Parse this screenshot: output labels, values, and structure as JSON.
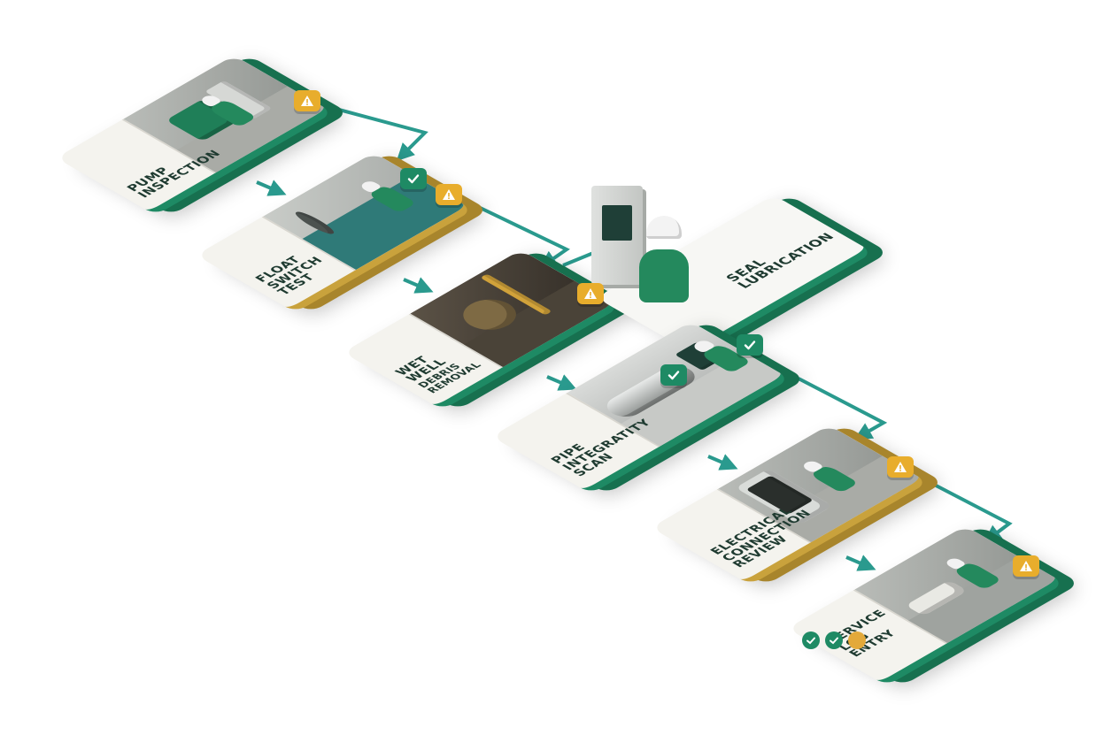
{
  "steps": [
    {
      "id": "pump",
      "lines": [
        "PUMP",
        "INSPECTION"
      ],
      "status": "warning"
    },
    {
      "id": "float",
      "lines": [
        "FLOAT SWITCH",
        "TEST"
      ],
      "status": "warning"
    },
    {
      "id": "wetwell",
      "lines": [
        "WET WELL",
        "DEBRIS REMOVAL"
      ],
      "status": "warning"
    },
    {
      "id": "seal",
      "lines": [
        "SEAL",
        "LUBRICATION"
      ],
      "status": "complete"
    },
    {
      "id": "pipe",
      "lines": [
        "PIPE",
        "INTEGRATITY",
        "SCAN"
      ],
      "status": "complete"
    },
    {
      "id": "electrical",
      "lines": [
        "ELECTRICAL",
        "CONNECTION",
        "REVIEW"
      ],
      "status": "warning"
    },
    {
      "id": "log",
      "lines": [
        "SERVICE LOG",
        "ENTRY"
      ],
      "status": "warning"
    }
  ],
  "progress_indicators": [
    "complete",
    "complete",
    "pending"
  ],
  "icons": {
    "warning": "warning-triangle-icon",
    "complete": "checkmark-icon",
    "pending": "pending-dot-icon",
    "next": "arrow-right-icon"
  },
  "colors": {
    "accent_green": "#1e8a64",
    "connector_teal": "#2a9a8e",
    "warning_amber": "#e8ad2c",
    "title_text": "#1e3a30"
  }
}
